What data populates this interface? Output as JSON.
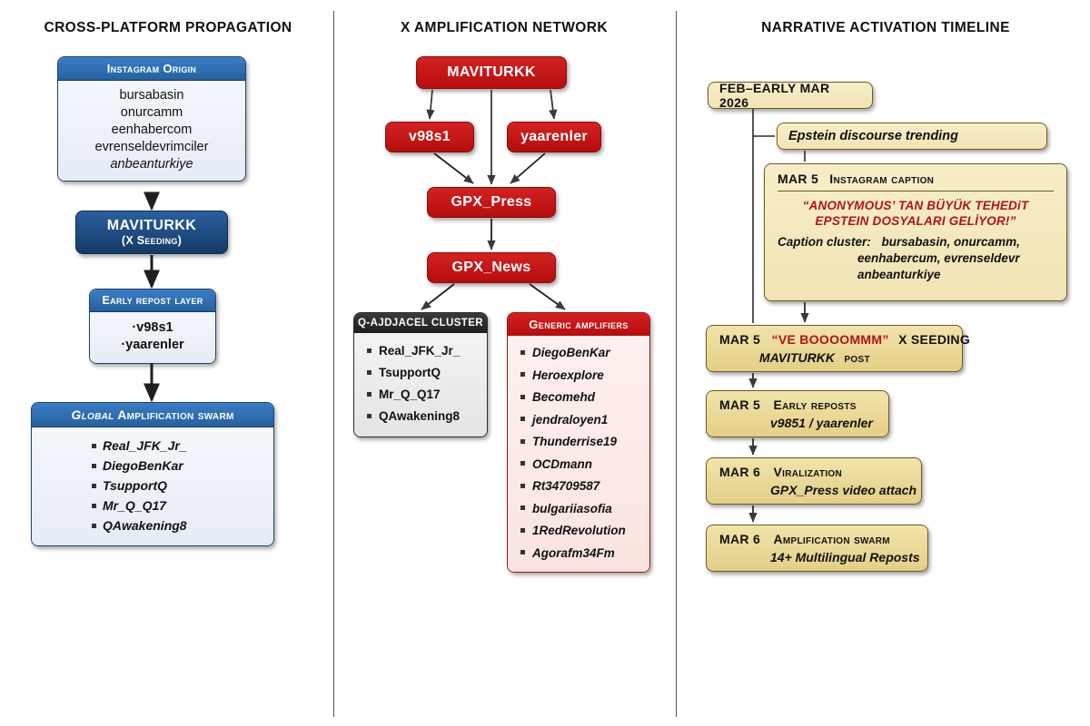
{
  "columns": {
    "left": {
      "title": "Cross-Platform Propagation"
    },
    "middle": {
      "title": "X Amplification Network"
    },
    "right": {
      "title": "Narrative Activation Timeline"
    }
  },
  "left_column": {
    "instagram_origin": {
      "header": "Instagram Origin",
      "accounts": [
        "bursabasin",
        "onurcamm",
        "eenhabercom",
        "evrenseldevrimciler",
        "anbeanturkiye"
      ]
    },
    "maviturkk": {
      "line1": "MAVITURKK",
      "line2": "(X Seeding)"
    },
    "early_repost_layer": {
      "header": "Early repost layer",
      "accounts": [
        "·v98s1",
        "·yaarenler"
      ]
    },
    "global_swarm": {
      "header_italic": "Global",
      "header_rest": "Amplification swarm",
      "accounts": [
        "Real_JFK_Jr_",
        "DiegoBenKar",
        "TsupportQ",
        "Mr_Q_Q17",
        "QAwakening8"
      ]
    }
  },
  "middle_column": {
    "root": "MAVITURKK",
    "seeds": [
      "v98s1",
      "yaarenler"
    ],
    "press": "GPX_Press",
    "news": "GPX_News",
    "q_cluster": {
      "header": "Q-AJDJACEL CLUSTER",
      "accounts": [
        "Real_JFK_Jr_",
        "TsupportQ",
        "Mr_Q_Q17",
        "QAwakening8"
      ]
    },
    "generic_amplifiers": {
      "header": "Generic amplifiers",
      "accounts": [
        "DiegoBenKar",
        "Heroexplore",
        "Becomehd",
        "jendraloyen1",
        "Thunderrise19",
        "OCDmann",
        "Rt34709587",
        "bulgariiasofia",
        "1RedRevolution",
        "Agorafm34Fm"
      ]
    }
  },
  "right_column": {
    "period": "FEB–EARLY MAR 2026",
    "trending": "Epstein discourse trending",
    "caption_card": {
      "date": "MAR 5",
      "title": "Instagram caption",
      "quote_line1": "“ANONYMOUS’ TAN BÜYÜK TEHEDiT",
      "quote_line2": "EPSTEIN DOSYALARI GELİYOR!”",
      "cluster_label": "Caption cluster:",
      "cluster_line1": "bursabasin, onurcamm,",
      "cluster_line2": "eenhabercum, evrenseldevr",
      "cluster_line3": "anbeanturkiye"
    },
    "events": [
      {
        "date": "MAR 5",
        "quote": "“VE BOOOOMMM”",
        "title": "X SEEDING",
        "sub_strong": "MAVITURKK",
        "sub_tail": "post"
      },
      {
        "date": "MAR 5",
        "title": "Early reposts",
        "sub": "v9851 / yaarenler"
      },
      {
        "date": "MAR 6",
        "title": "Viralization",
        "sub": "GPX_Press video attach"
      },
      {
        "date": "MAR 6",
        "title": "Amplification swarm",
        "sub": "14+ Multilingual Reposts"
      }
    ]
  },
  "colors": {
    "blue_header": "#2f6cb5",
    "navy": "#1b4a80",
    "red": "#c81717",
    "dark": "#2b2b2b",
    "yellow": "#e8d79a",
    "quote_red": "#b01414"
  }
}
